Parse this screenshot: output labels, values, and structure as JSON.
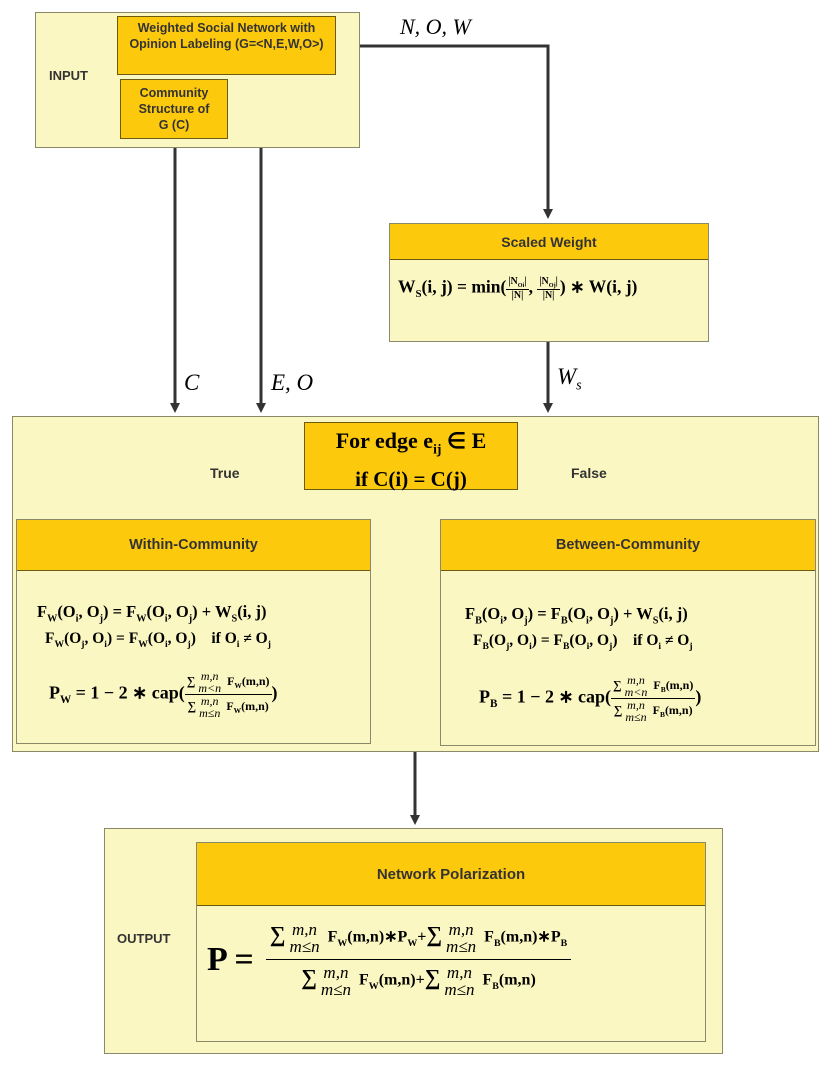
{
  "input": {
    "label": "INPUT",
    "network_box": "Weighted Social Network with Opinion Labeling (G=<N,E,W,O>)",
    "community_box": "Community Structure of  G (C)"
  },
  "edges": {
    "now": "N, O, W",
    "c": "C",
    "eo": "E, O",
    "ws": "W",
    "ws_sub": "s"
  },
  "scaled_weight": {
    "title": "Scaled Weight",
    "lhs": "W",
    "lhs_sub": "S",
    "lhs_args": "(i, j) = min(",
    "f1_num": "|N",
    "f1_num_sub": "O",
    "f1_num_sub2": "i",
    "f1_num_end": "|",
    "f1_den": "|N|",
    "sep": ",",
    "f2_num": "|N",
    "f2_num_sub": "O",
    "f2_num_sub2": "j",
    "f2_num_end": "|",
    "f2_den": "|N|",
    "rhs": ") ∗ W(i, j)"
  },
  "decision": {
    "line1": "For edge  e",
    "line1_sub": "ij",
    "line1_end": " ∈ E",
    "line2": "if C(i) = C(j)",
    "true_label": "True",
    "false_label": "False"
  },
  "within": {
    "title": "Within-Community",
    "eq1": "F_W(O_i, O_j) = F_W(O_i, O_j) + W_S(i, j)",
    "eq2": "F_W(O_j, O_i) = F_W(O_i, O_j)    if O_i ≠ O_j",
    "p_lhs": "P",
    "p_sub": "W",
    "p_eq": " = 1 − 2 ∗ cap(",
    "sum_top": "m,n",
    "sum_rel_num": "m<n",
    "sum_rel_den": "m≤n",
    "f_term": "F",
    "f_sub": "W",
    "f_args": "(m,n)",
    "close": ")"
  },
  "between": {
    "title": "Between-Community",
    "eq1": "F_B(O_i, O_j) = F_B(O_i, O_j) + W_S(i, j)",
    "eq2": "F_B(O_j, O_i) = F_B(O_i, O_j)    if O_i ≠ O_j",
    "p_lhs": "P",
    "p_sub": "B",
    "p_eq": " = 1 − 2 ∗ cap(",
    "sum_top": "m,n",
    "sum_rel_num": "m<n",
    "sum_rel_den": "m≤n",
    "f_term": "F",
    "f_sub": "B",
    "f_args": "(m,n)",
    "close": ")"
  },
  "output": {
    "label": "OUTPUT",
    "title": "Network Polarization",
    "p": "P =",
    "sum_top": "m,n",
    "sum_rel": "m≤n",
    "fw": "F",
    "fw_sub": "W",
    "fw_args": "(m,n)∗P",
    "pw_sub": "W",
    "plus": "+",
    "fb": "F",
    "fb_sub": "B",
    "fb_args": "(m,n)∗P",
    "pb_sub": "B",
    "den_fw_args": "(m,n)",
    "den_fb_args": "(m,n)"
  },
  "colors": {
    "panel": "#fbf7c2",
    "orange": "#fdc90d",
    "wire": "#333333"
  }
}
